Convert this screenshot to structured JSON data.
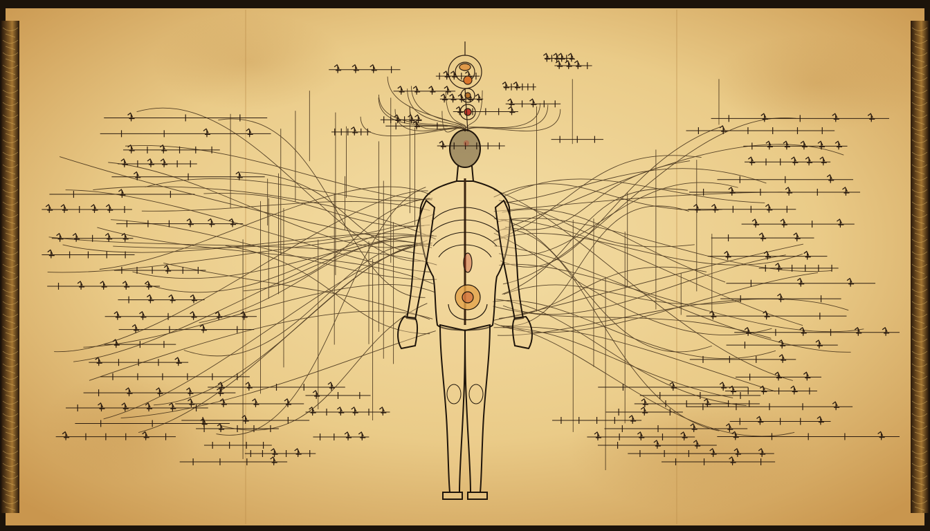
{
  "scroll": {
    "colors": {
      "paper_light": "#f2d9a0",
      "paper_mid": "#e6c27e",
      "paper_dark": "#c99a52",
      "ink": "#2b1c10",
      "border": "#3a2612",
      "border_gold": "#b8892f",
      "accent_red": "#c0392b",
      "accent_orange": "#d9742b"
    },
    "figure": {
      "description_icons": [
        "human-figure",
        "head-dot",
        "crown-circles",
        "pelvis-organ"
      ]
    }
  }
}
